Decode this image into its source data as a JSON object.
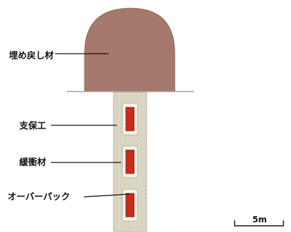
{
  "labels": {
    "backfill": "埋め戻し材",
    "support": "支保工",
    "buffer": "緩衝材",
    "overpack": "オーバーパック"
  },
  "scale_bar": {
    "text": "5m"
  },
  "colors": {
    "backfill": "#a5796b",
    "backfill_edge": "#8c6456",
    "ground_line": "#a0a0a0",
    "shaft": "#ddd8c6",
    "shaft_edge": "#bdb7a3",
    "buffer_block": "#f6f3ec",
    "buffer_edge": "#bcb6a4",
    "overpack": "#cc2a1c",
    "overpack_edge": "#7a140c",
    "leader": "#111111"
  },
  "icons": {
    "backfill_mound": "mound-shape",
    "shaft": "vertical-shaft",
    "waste_package": "red-canister"
  }
}
